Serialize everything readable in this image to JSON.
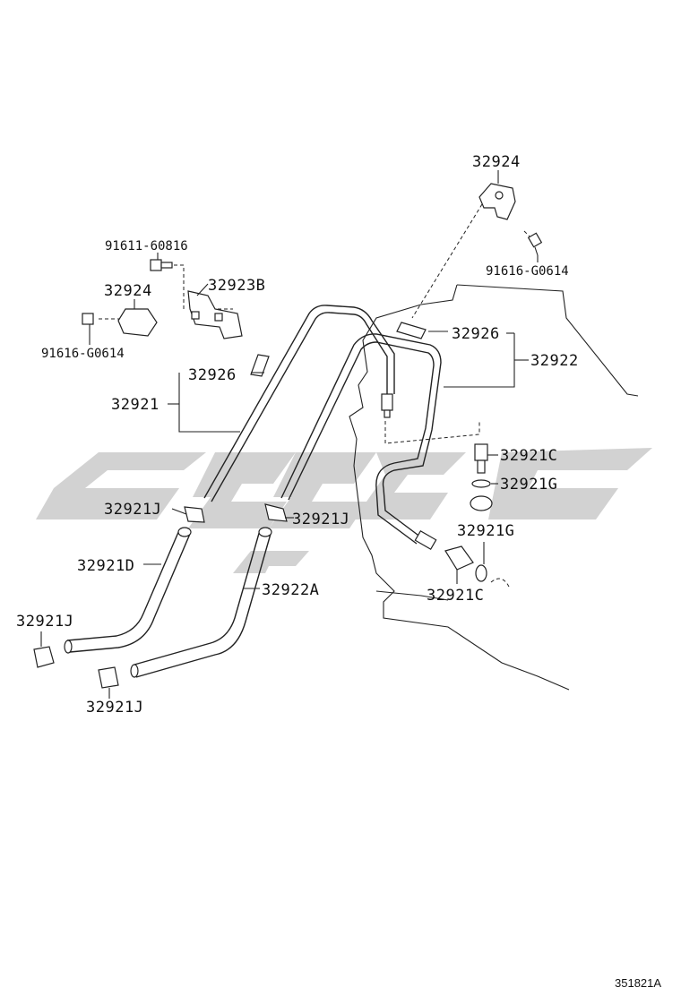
{
  "labels": {
    "p32924_top": "32924",
    "p91616_top": "91616-G0614",
    "p91611": "91611-60816",
    "p32924_left": "32924",
    "p32923B": "32923B",
    "p91616_left": "91616-G0614",
    "p32926_right": "32926",
    "p32922": "32922",
    "p32926_left": "32926",
    "p32921": "32921",
    "p32921C_top": "32921C",
    "p32921G_top": "32921G",
    "p32921J_left": "32921J",
    "p32921J_mid": "32921J",
    "p32921G_bottom": "32921G",
    "p32921D": "32921D",
    "p32922A": "32922A",
    "p32921C_bottom": "32921C",
    "p32921J_lower_left": "32921J",
    "p32921J_bottom": "32921J"
  },
  "figure_number": "351821A",
  "colors": {
    "line": "#222222",
    "watermark": "#d2d2d2",
    "background": "#ffffff"
  }
}
